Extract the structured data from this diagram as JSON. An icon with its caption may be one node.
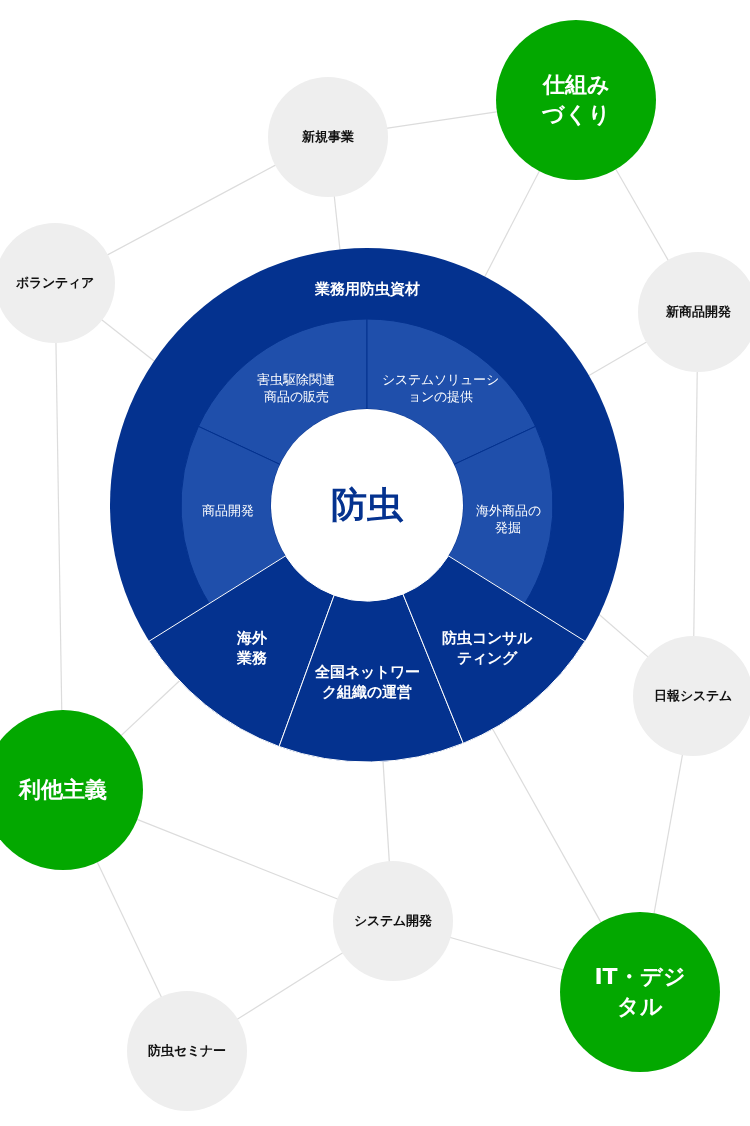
{
  "diagram": {
    "nodes": [
      {
        "text": [
          "新規事業"
        ]
      },
      {
        "text": [
          "仕組みづくり"
        ]
      },
      {
        "text": [
          "ボランティア"
        ]
      },
      {
        "text": [
          "新商品開発"
        ]
      },
      {
        "text": [
          "業務用防虫資材"
        ]
      },
      {
        "text": [
          "害虫駆除関連商品の販売"
        ],
        "in": 4
      },
      {
        "text": [
          "システムソリューションの提供"
        ],
        "in": 4
      },
      {
        "text": [
          "商品開発"
        ],
        "in": 4
      },
      {
        "text": [
          "防虫"
        ],
        "in": 4
      },
      {
        "text": [
          "海外商品の発掘"
        ],
        "in": 4
      },
      {
        "text": [
          "海外業務"
        ],
        "in": 4
      },
      {
        "text": [
          "全国ネットワーク組織の運営"
        ],
        "in": 4
      },
      {
        "text": [
          "防虫コンサルティング"
        ],
        "in": 4
      },
      {
        "text": [
          "日報システム"
        ]
      },
      {
        "text": [
          "利他主義"
        ]
      },
      {
        "text": [
          "システム開発"
        ]
      },
      {
        "text": [
          "IT・デジタル"
        ]
      },
      {
        "text": [
          "防虫セミナー"
        ]
      }
    ],
    "edges": [
      {
        "from": 0,
        "to": 1,
        "arrow": "none"
      },
      {
        "from": 0,
        "to": 2,
        "arrow": "none"
      },
      {
        "from": 0,
        "to": 4,
        "arrow": "none"
      },
      {
        "from": 1,
        "to": 4,
        "arrow": "none"
      },
      {
        "from": 1,
        "to": 3,
        "arrow": "none"
      },
      {
        "from": 3,
        "to": 4,
        "arrow": "none"
      },
      {
        "from": 3,
        "to": 13,
        "arrow": "none"
      },
      {
        "from": 2,
        "to": 4,
        "arrow": "none"
      },
      {
        "from": 2,
        "to": 14,
        "arrow": "none"
      },
      {
        "from": 13,
        "to": 4,
        "arrow": "none"
      },
      {
        "from": 13,
        "to": 16,
        "arrow": "none"
      },
      {
        "from": 14,
        "to": 10,
        "arrow": "none"
      },
      {
        "from": 14,
        "to": 15,
        "arrow": "none"
      },
      {
        "from": 14,
        "to": 17,
        "arrow": "none"
      },
      {
        "from": 12,
        "to": 16,
        "arrow": "none"
      },
      {
        "from": 11,
        "to": 15,
        "arrow": "none"
      },
      {
        "from": 15,
        "to": 16,
        "arrow": "none"
      },
      {
        "from": 15,
        "to": 17,
        "arrow": "none"
      }
    ]
  }
}
